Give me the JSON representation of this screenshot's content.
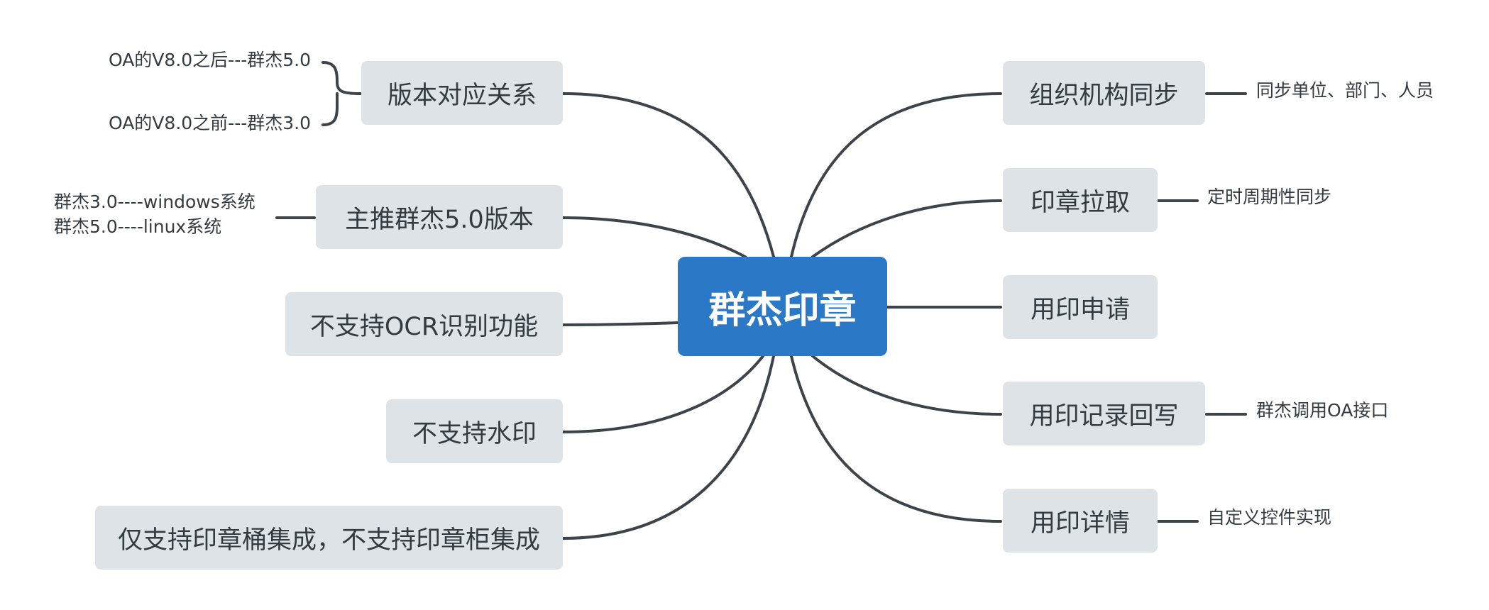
{
  "center": {
    "label": "群杰印章"
  },
  "left_branches": [
    {
      "label": "版本对应关系",
      "notes": [
        "OA的V8.0之后---群杰5.0",
        "OA的V8.0之前---群杰3.0"
      ]
    },
    {
      "label": "主推群杰5.0版本",
      "notes": [
        "群杰3.0----windows系统",
        "群杰5.0----linux系统"
      ]
    },
    {
      "label": "不支持OCR识别功能",
      "notes": []
    },
    {
      "label": "不支持水印",
      "notes": []
    },
    {
      "label": "仅支持印章桶集成，不支持印章柜集成",
      "notes": []
    }
  ],
  "right_branches": [
    {
      "label": "组织机构同步",
      "notes": [
        "同步单位、部门、人员"
      ]
    },
    {
      "label": "印章拉取",
      "notes": [
        "定时周期性同步"
      ]
    },
    {
      "label": "用印申请",
      "notes": []
    },
    {
      "label": "用印记录回写",
      "notes": [
        "群杰调用OA接口"
      ]
    },
    {
      "label": "用印详情",
      "notes": [
        "自定义控件实现"
      ]
    }
  ],
  "colors": {
    "center": "#2b78c6",
    "node": "#dde3e6",
    "line": "#3c4349",
    "text": "#333b41"
  }
}
